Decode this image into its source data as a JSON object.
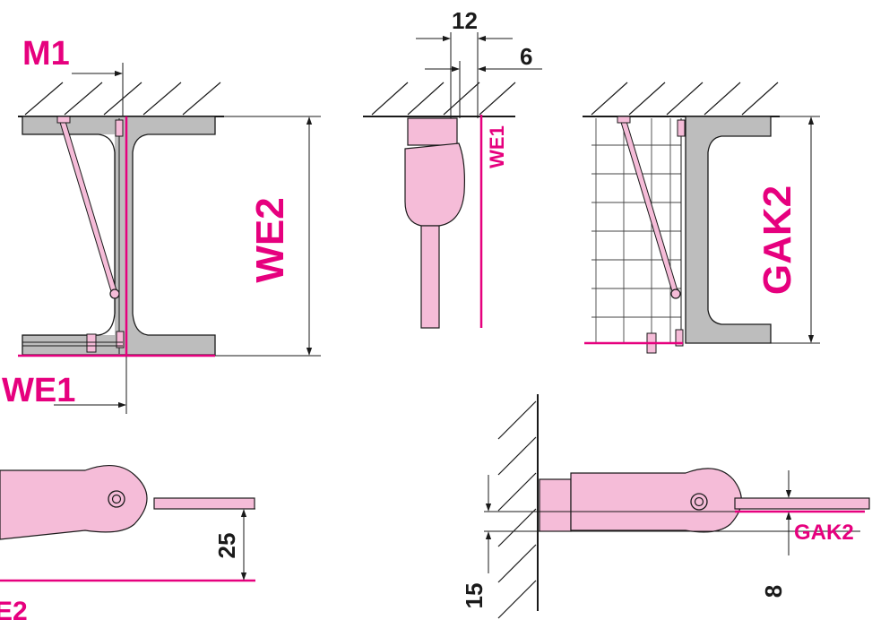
{
  "colors": {
    "accent": "#e6007e",
    "part_fill": "#f5bcd8",
    "steel_fill": "#bdbdbd",
    "line": "#1a1a1a"
  },
  "labels": {
    "m1": "M1",
    "we2_top": "WE2",
    "we1_bottom": "WE1",
    "dim_12": "12",
    "dim_6": "6",
    "we1_small": "WE1",
    "gak2_top": "GAK2",
    "dim_25": "25",
    "we2_fragment": "E2",
    "dim_15": "15",
    "dim_8": "8",
    "gak2_bottom": "GAK2"
  }
}
